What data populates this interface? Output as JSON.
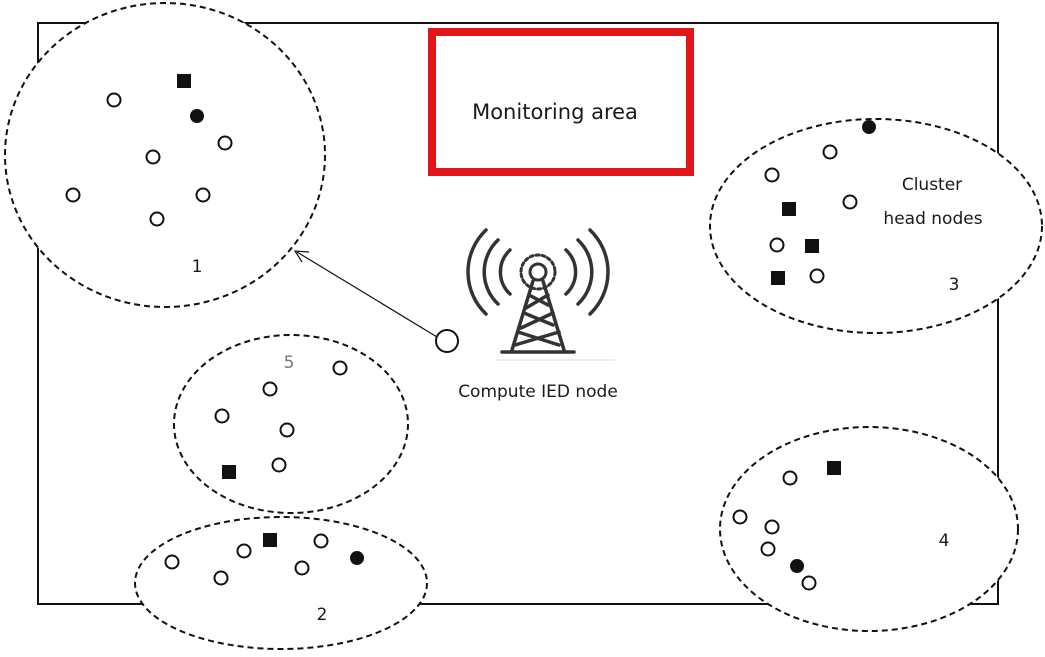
{
  "title": "Monitoring area",
  "tower_label": "Compute IED node",
  "legend_label_line1": "Cluster",
  "legend_label_line2": "head nodes",
  "accent_color": "#e0161b",
  "clusters": [
    {
      "id": "1",
      "label": "1"
    },
    {
      "id": "2",
      "label": "2"
    },
    {
      "id": "3",
      "label": "3"
    },
    {
      "id": "4",
      "label": "4"
    },
    {
      "id": "5",
      "label": "5"
    }
  ],
  "node_types": [
    "sensor-node",
    "cluster-head-node",
    "sink-node"
  ]
}
